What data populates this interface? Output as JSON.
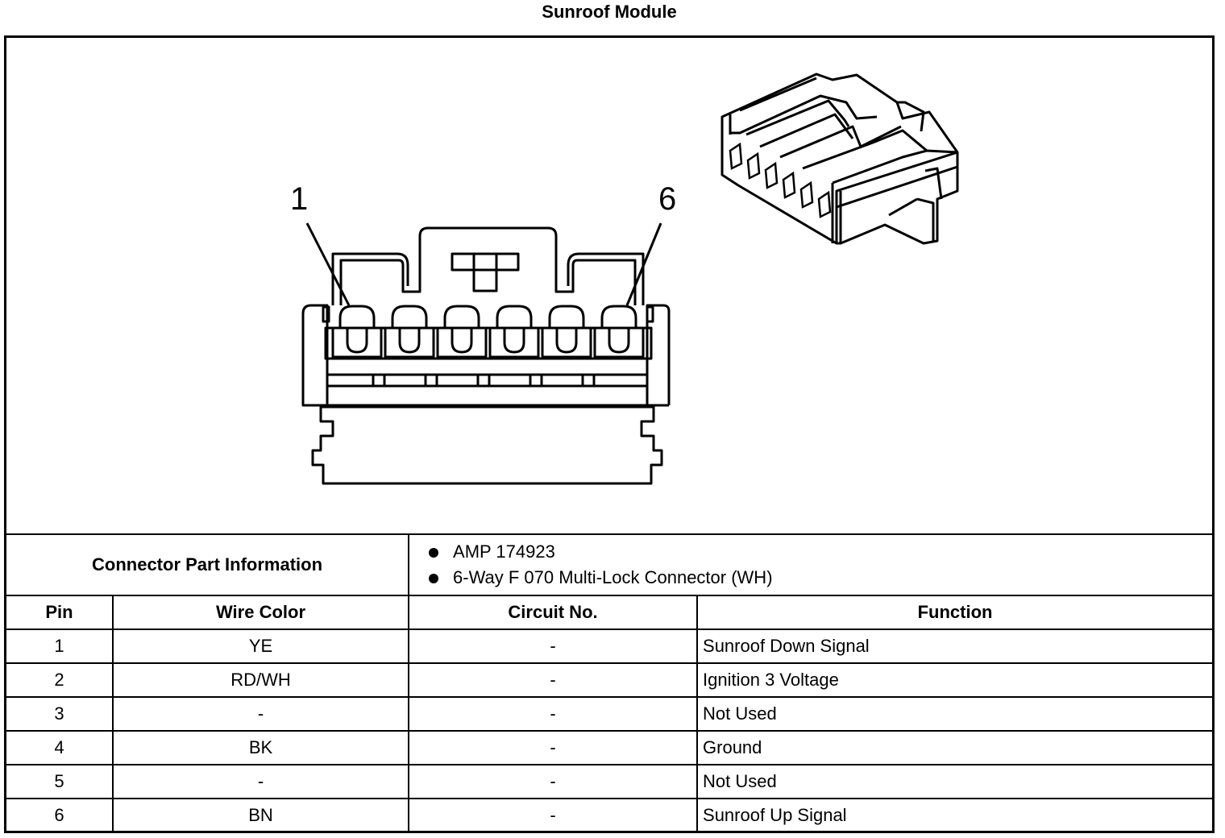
{
  "title": "Sunroof Module",
  "diagram": {
    "pin_label_left": "1",
    "pin_label_right": "6"
  },
  "connector_info": {
    "label": "Connector Part Information",
    "items": [
      "AMP 174923",
      "6-Way F 070 Multi-Lock Connector (WH)"
    ]
  },
  "table": {
    "headers": [
      "Pin",
      "Wire Color",
      "Circuit No.",
      "Function"
    ],
    "rows": [
      {
        "pin": "1",
        "color": "YE",
        "circuit": "-",
        "function": "Sunroof Down Signal"
      },
      {
        "pin": "2",
        "color": "RD/WH",
        "circuit": "-",
        "function": "Ignition 3 Voltage"
      },
      {
        "pin": "3",
        "color": "-",
        "circuit": "-",
        "function": "Not Used"
      },
      {
        "pin": "4",
        "color": "BK",
        "circuit": "-",
        "function": "Ground"
      },
      {
        "pin": "5",
        "color": "-",
        "circuit": "-",
        "function": "Not Used"
      },
      {
        "pin": "6",
        "color": "BN",
        "circuit": "-",
        "function": "Sunroof Up Signal"
      }
    ]
  }
}
